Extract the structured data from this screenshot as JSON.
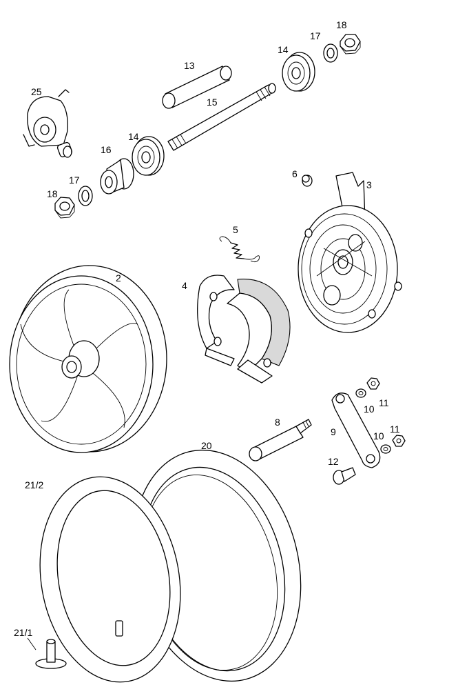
{
  "labels": {
    "p2": "2",
    "p3": "3",
    "p4": "4",
    "p5": "5",
    "p6": "6",
    "p8": "8",
    "p9": "9",
    "p10a": "10",
    "p10b": "10",
    "p11a": "11",
    "p11b": "11",
    "p12": "12",
    "p13": "13",
    "p14a": "14",
    "p14b": "14",
    "p15": "15",
    "p16": "16",
    "p17a": "17",
    "p17b": "17",
    "p18a": "18",
    "p18b": "18",
    "p20": "20",
    "p21_1": "21/1",
    "p21_2": "21/2",
    "p25": "25"
  }
}
